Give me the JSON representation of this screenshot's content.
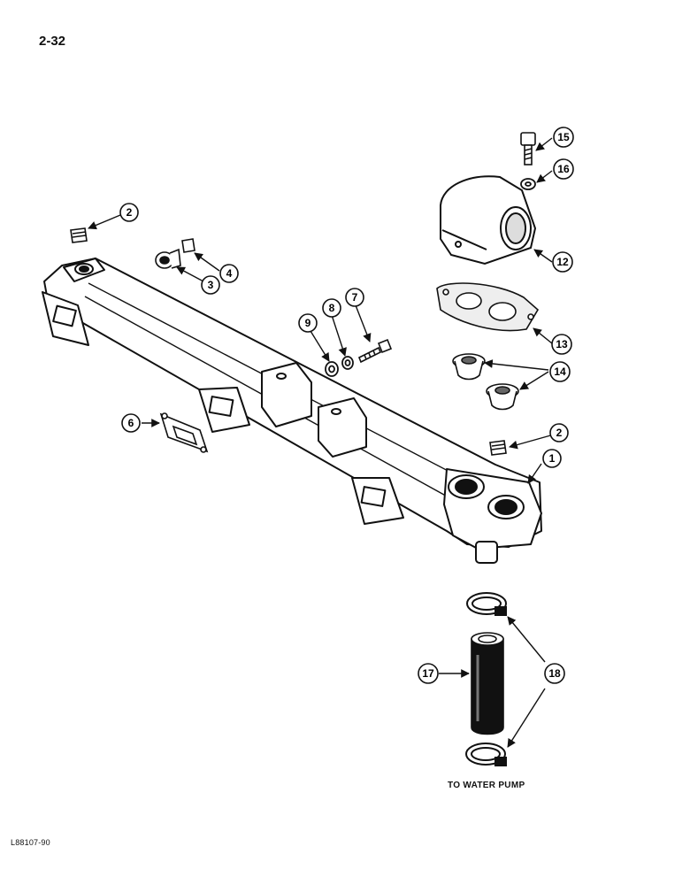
{
  "page": {
    "number": "2-32",
    "figure_code": "L88107-90"
  },
  "caption": "TO WATER PUMP",
  "callouts": [
    "1",
    "2",
    "2",
    "3",
    "4",
    "6",
    "7",
    "8",
    "9",
    "12",
    "13",
    "14",
    "15",
    "16",
    "17",
    "18"
  ]
}
